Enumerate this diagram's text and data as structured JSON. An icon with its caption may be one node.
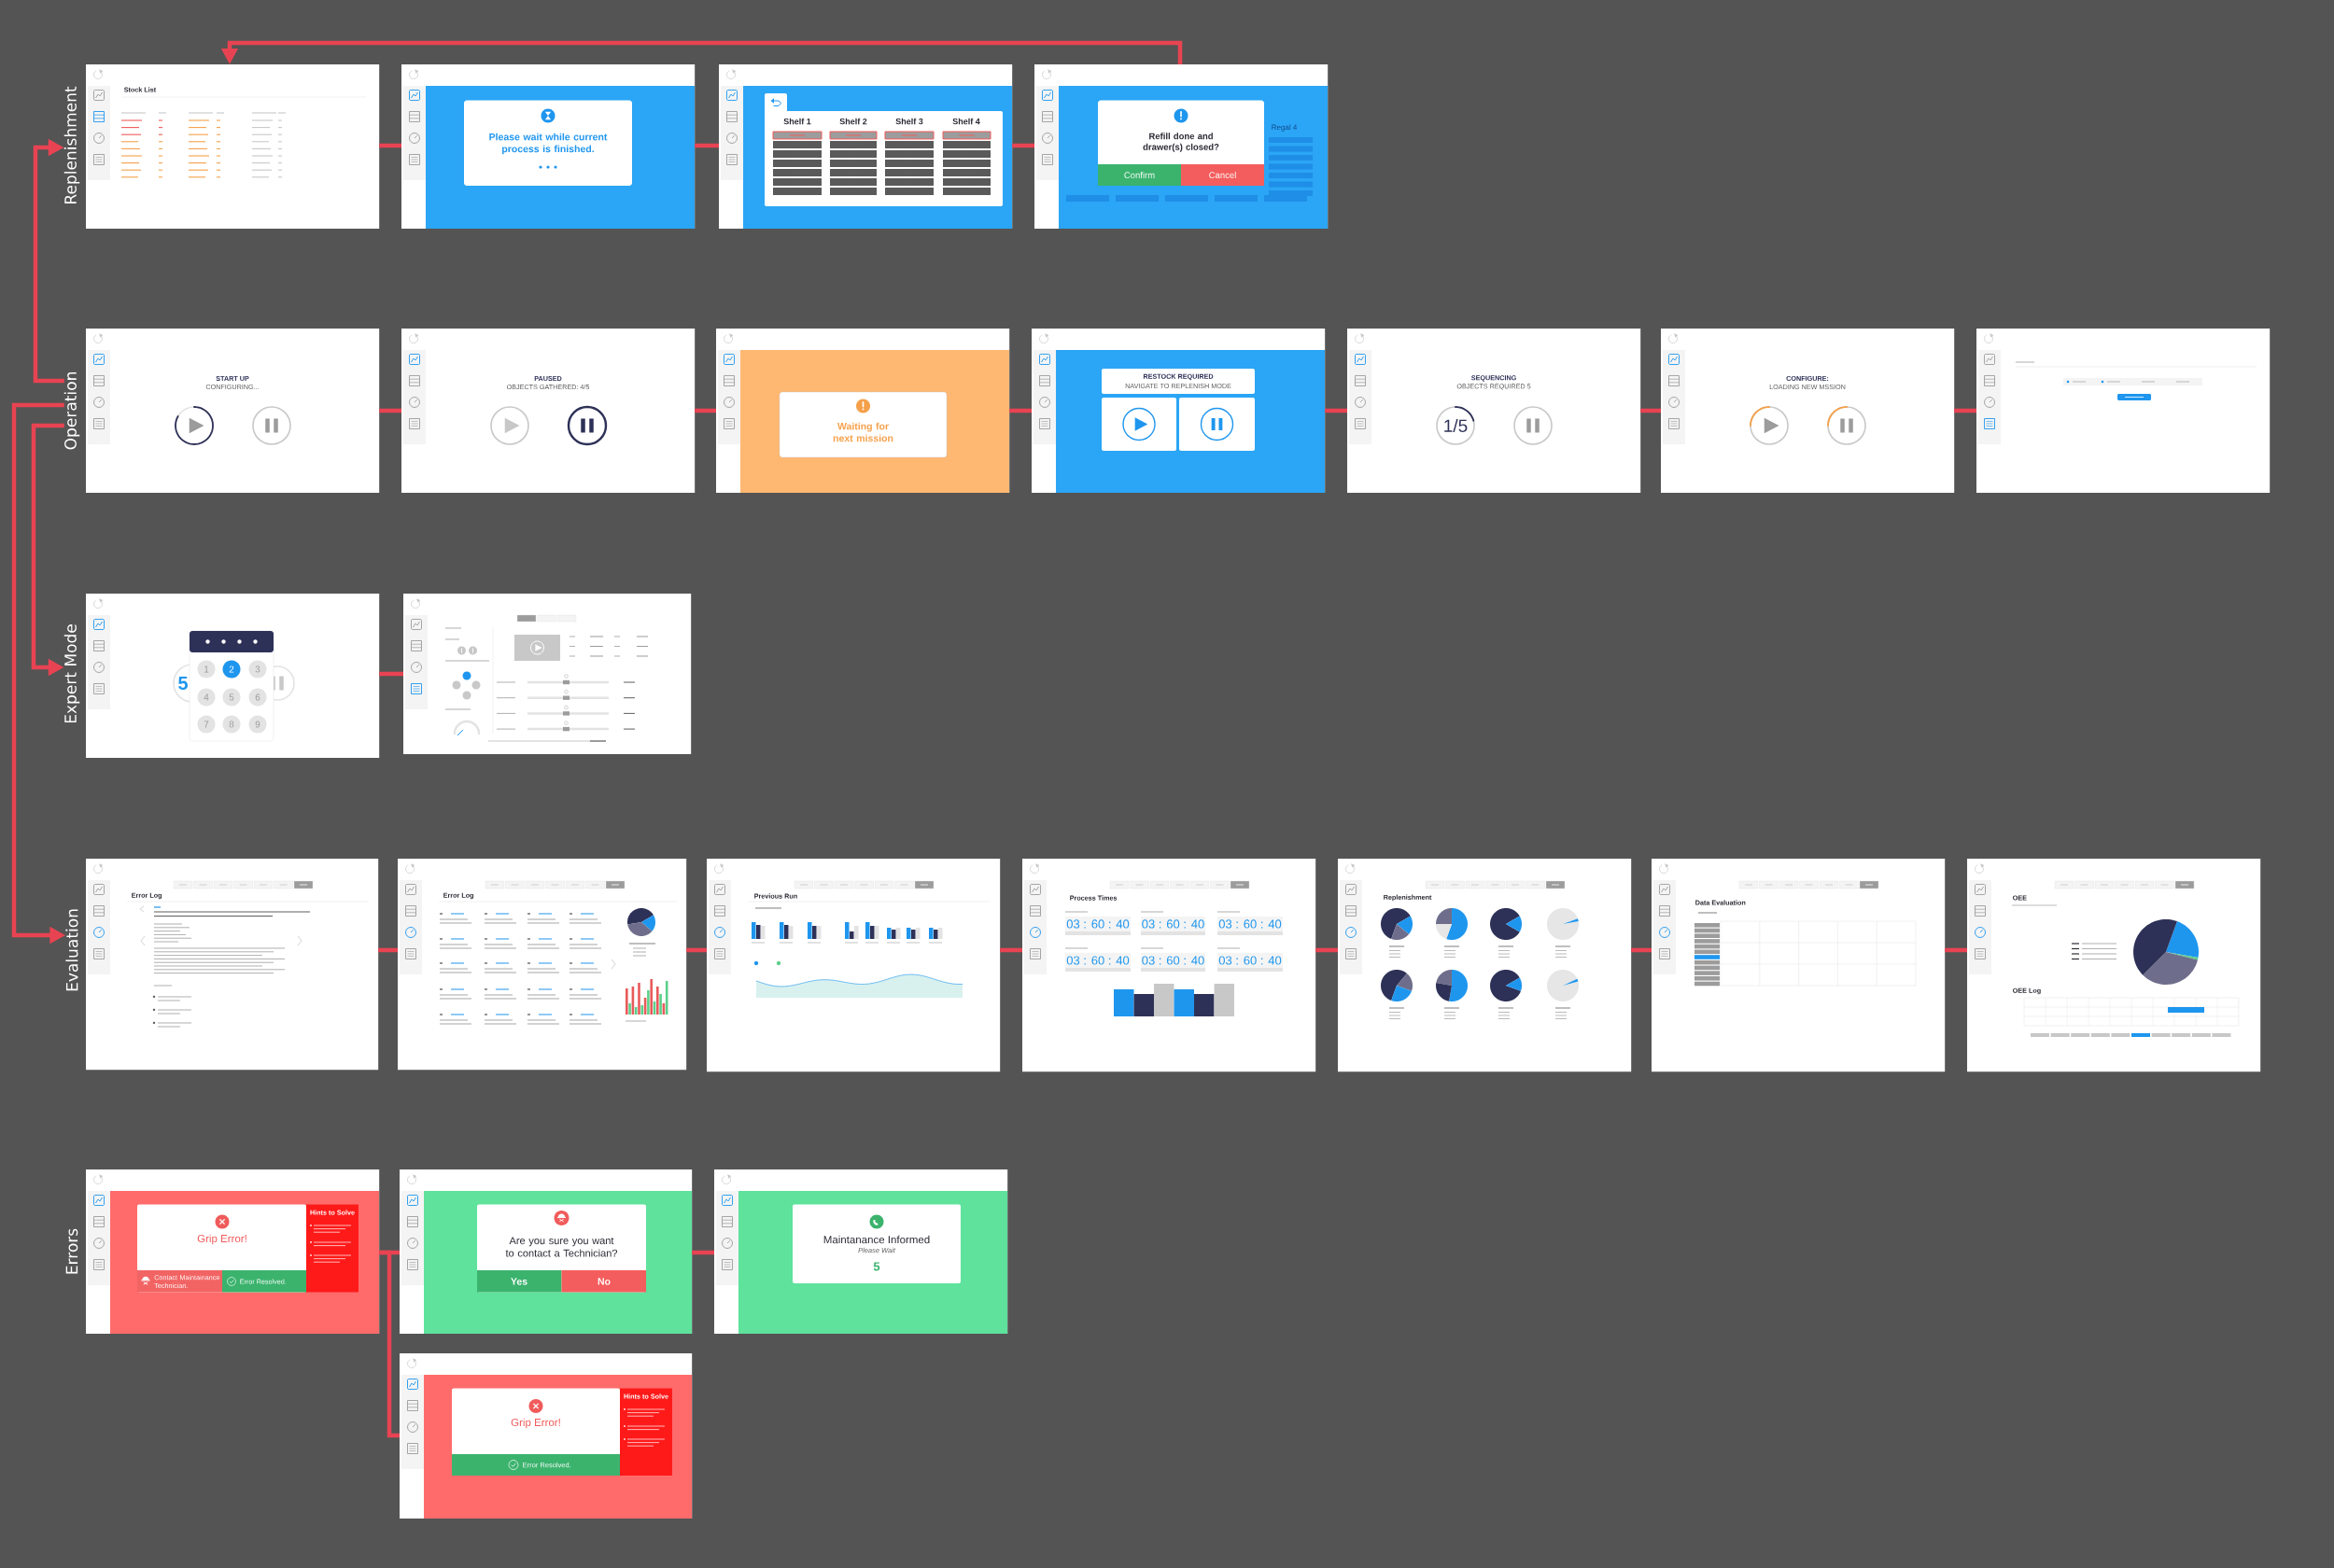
{
  "diagram": {
    "nodes": [
      {
        "text": [
          "Replenishment"
        ]
      },
      {
        "text": [
          "Stock List"
        ]
      },
      {
        "text": [
          "Please wait while current process is finished."
        ]
      },
      {
        "text": [
          "Shelf 1",
          "Shelf 2",
          "Shelf 3",
          "Shelf 4"
        ]
      },
      {
        "text": [
          "Refill done and drawer(s) closed?",
          "Confirm",
          "Cancel",
          "Regal 4"
        ]
      },
      {
        "text": [
          "Operation"
        ]
      },
      {
        "text": [
          "START UP",
          "CONFIGURING..."
        ]
      },
      {
        "text": [
          "PAUSED",
          "OBJECTS GATHERED: 4/5"
        ]
      },
      {
        "text": [
          "Waiting for next mission"
        ]
      },
      {
        "text": [
          "RESTOCK REQUIRED",
          "NAVIGATE TO REPLENISH MODE"
        ]
      },
      {
        "text": [
          "SEQUENCING",
          "OBJECTS REQUIRED 5",
          "1/5"
        ]
      },
      {
        "text": [
          "CONFIGURE:",
          "LOADING NEW MSSION"
        ]
      },
      {
        "text": [],
        "shape": "picture"
      },
      {
        "text": [
          "Expert Mode"
        ]
      },
      {
        "text": [
          "5",
          "1",
          "2",
          "3",
          "4",
          "5",
          "6",
          "7",
          "8",
          "9"
        ]
      },
      {
        "text": [],
        "shape": "picture"
      },
      {
        "text": [
          "Evaluation"
        ]
      },
      {
        "text": [
          "Error Log"
        ]
      },
      {
        "text": [
          "Error Log"
        ]
      },
      {
        "text": [
          "Previous Run"
        ]
      },
      {
        "text": [
          "Process Times",
          "03 : 60 : 40",
          "03 : 60 : 40",
          "03 : 60 : 40",
          "03 : 60 : 40",
          "03 : 60 : 40",
          "03 : 60 : 40"
        ]
      },
      {
        "text": [
          "Replenishment"
        ]
      },
      {
        "text": [
          "Data Evaluation"
        ]
      },
      {
        "text": [
          "OEE",
          "OEE Log"
        ]
      },
      {
        "text": [
          "Grip Error!",
          "Contact Maintainance Technician.",
          "Error Resolved.",
          "Hints to Solve"
        ]
      },
      {
        "text": [
          "Are you sure you want to contact a Technician?",
          "Yes",
          "No"
        ]
      },
      {
        "text": [
          "Maintanance Informed",
          "Please Wait",
          "5"
        ]
      },
      {
        "text": [
          "Grip Error!",
          "Error Resolved.",
          "Hints to Solve"
        ]
      }
    ],
    "edges": [
      {
        "from": 5,
        "to": 0,
        "arrow": "to"
      },
      {
        "from": 5,
        "to": 13,
        "arrow": "to"
      },
      {
        "from": 5,
        "to": 16,
        "arrow": "to"
      },
      {
        "from": 4,
        "to": 1,
        "arrow": "to"
      },
      {
        "from": 1,
        "to": 2,
        "arrow": "none"
      },
      {
        "from": 2,
        "to": 3,
        "arrow": "none"
      },
      {
        "from": 3,
        "to": 4,
        "arrow": "none"
      },
      {
        "from": 6,
        "to": 7,
        "arrow": "none"
      },
      {
        "from": 7,
        "to": 8,
        "arrow": "none"
      },
      {
        "from": 8,
        "to": 9,
        "arrow": "none"
      },
      {
        "from": 9,
        "to": 10,
        "arrow": "none"
      },
      {
        "from": 10,
        "to": 11,
        "arrow": "none"
      },
      {
        "from": 11,
        "to": 12,
        "arrow": "none"
      },
      {
        "from": 14,
        "to": 15,
        "arrow": "none"
      },
      {
        "from": 17,
        "to": 18,
        "arrow": "none"
      },
      {
        "from": 18,
        "to": 19,
        "arrow": "none"
      },
      {
        "from": 19,
        "to": 20,
        "arrow": "none"
      },
      {
        "from": 20,
        "to": 21,
        "arrow": "none"
      },
      {
        "from": 21,
        "to": 22,
        "arrow": "none"
      },
      {
        "from": 22,
        "to": 23,
        "arrow": "none"
      },
      {
        "from": 24,
        "to": 25,
        "arrow": "none"
      },
      {
        "from": 25,
        "to": 26,
        "arrow": "none"
      },
      {
        "from": 24,
        "to": 27,
        "arrow": "none"
      }
    ],
    "labels": [
      "Errors"
    ]
  }
}
